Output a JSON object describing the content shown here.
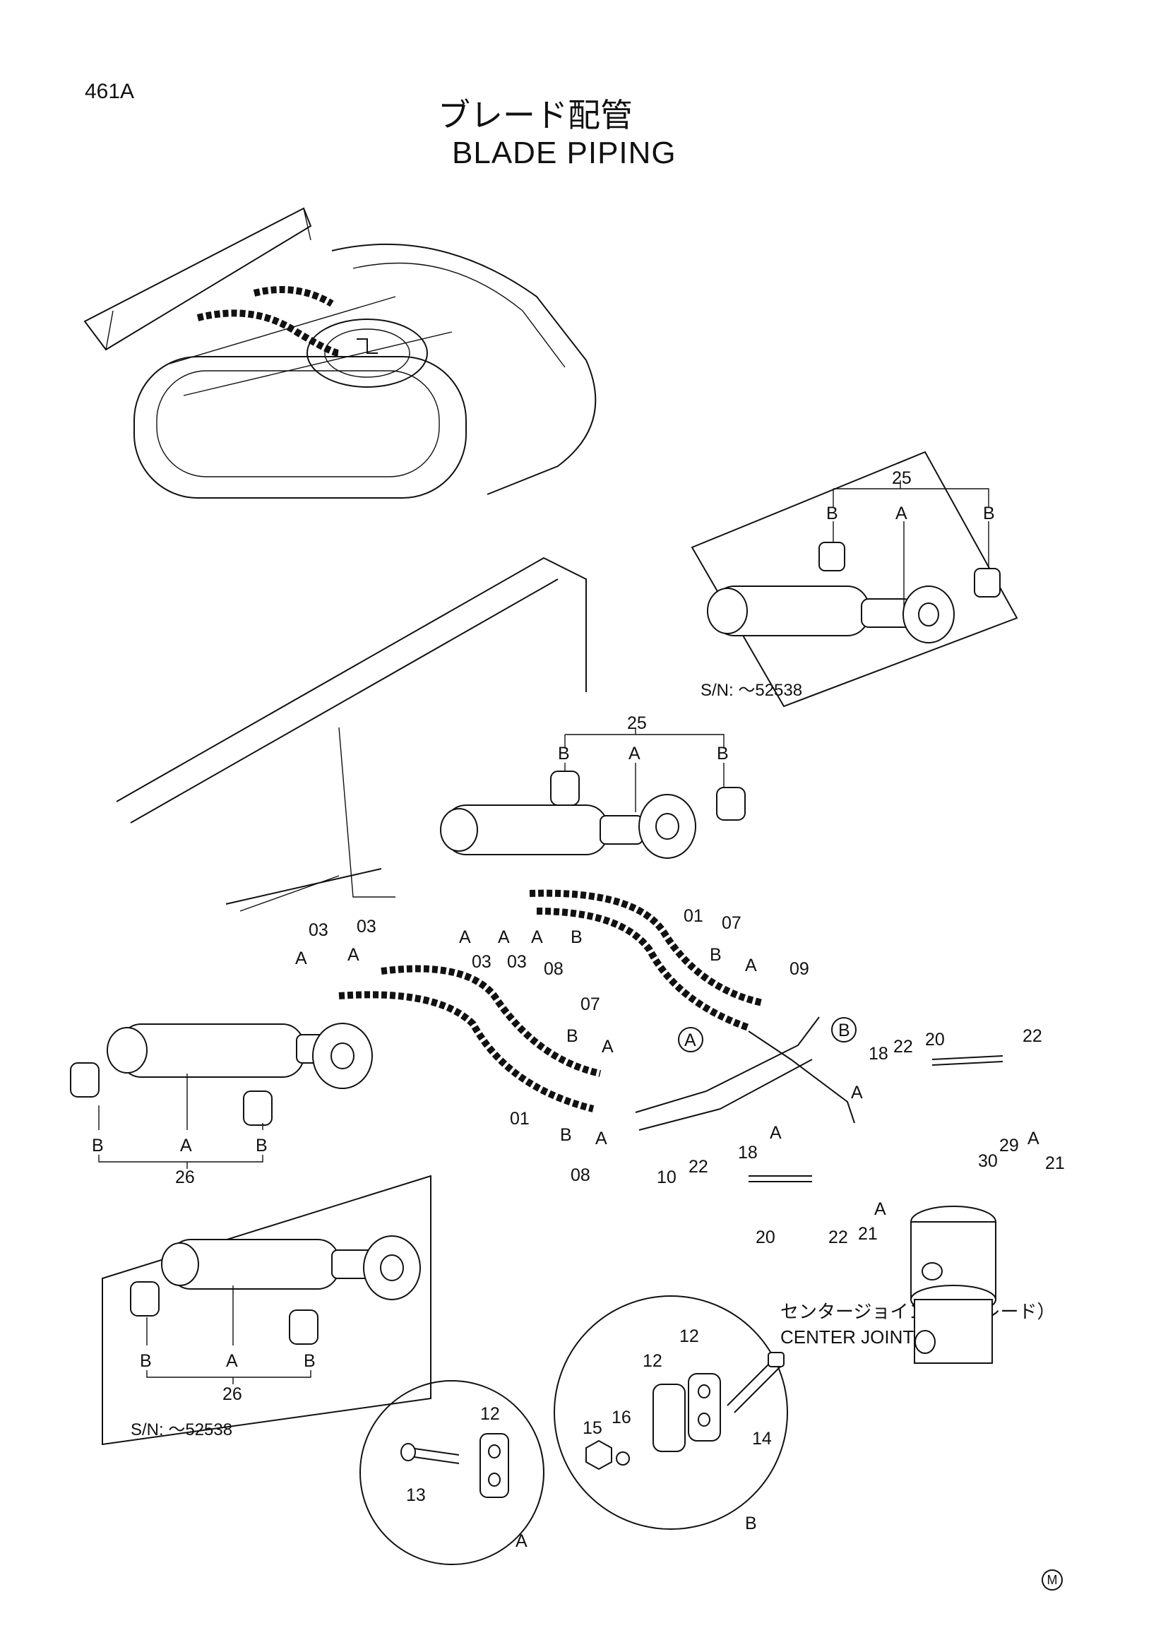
{
  "page": {
    "number": "461A"
  },
  "title": {
    "jp": "ブレード配管",
    "en": "BLADE PIPING"
  },
  "center_joint": {
    "jp": "センタージョイント（ブレード）",
    "en": "CENTER JOINT (BLADE)"
  },
  "serial_notes": {
    "top": "S/N: ～52538",
    "bottom": "S/N: ～52538"
  },
  "mark": "M",
  "labels": {
    "p01": "01",
    "p03": "03",
    "p07": "07",
    "p08": "08",
    "p09": "09",
    "p10": "10",
    "p12": "12",
    "p13": "13",
    "p14": "14",
    "p15": "15",
    "p16": "16",
    "p18": "18",
    "p20": "20",
    "p21": "21",
    "p22": "22",
    "p25": "25",
    "p26": "26",
    "p29": "29",
    "p30": "30",
    "a": "A",
    "b": "B"
  }
}
